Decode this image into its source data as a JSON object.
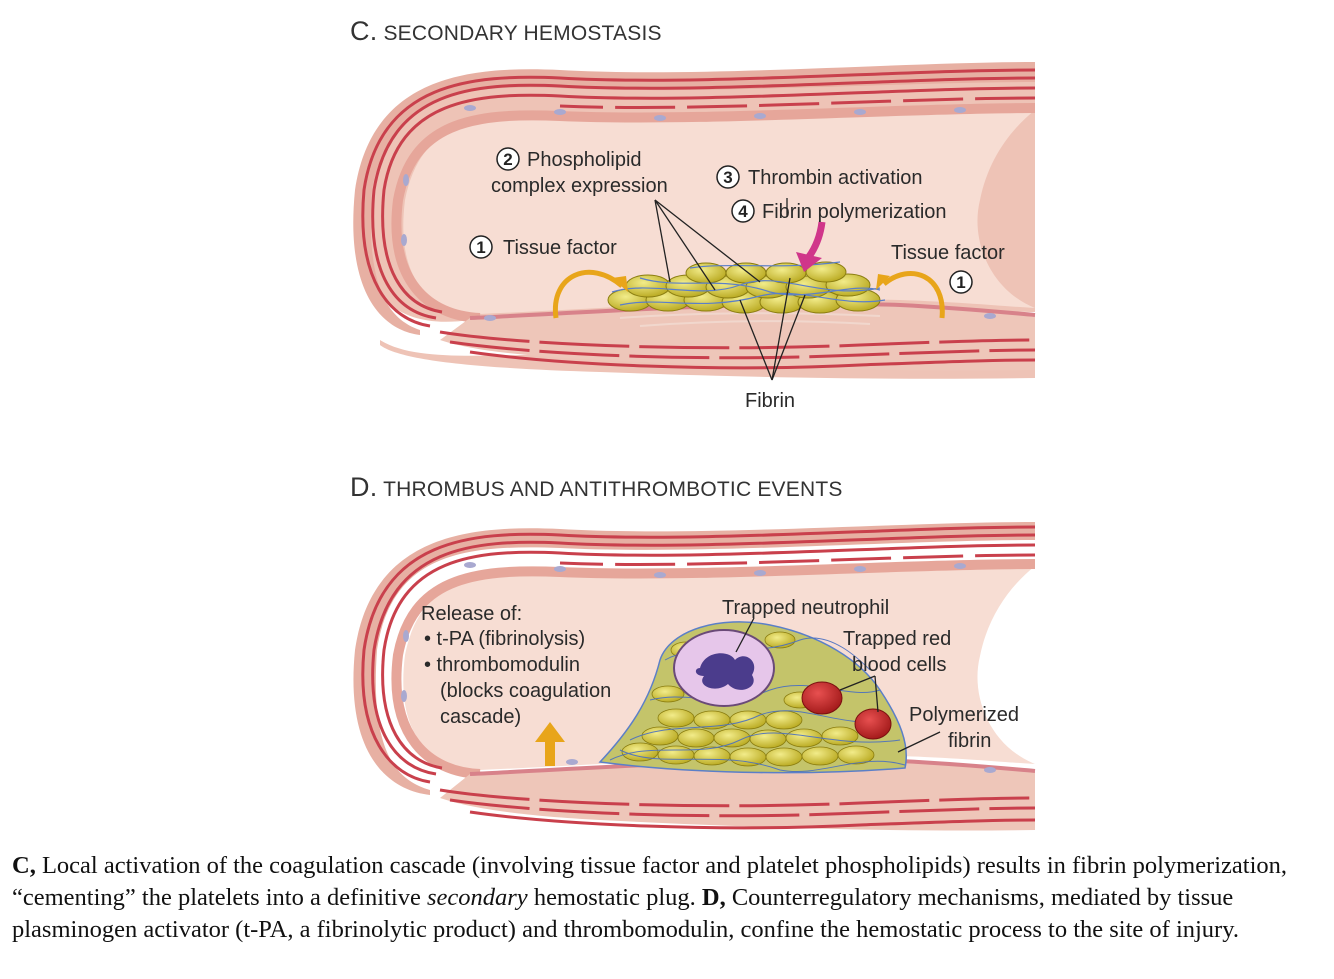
{
  "panel_c": {
    "letter": "C.",
    "title": "SECONDARY HEMOSTASIS",
    "labels": {
      "phospholipid_num": "2",
      "phospholipid_line1": "Phospholipid",
      "phospholipid_line2": "complex expression",
      "thrombin_num": "3",
      "thrombin": "Thrombin activation",
      "fibrin_poly_num": "4",
      "fibrin_poly": "Fibrin polymerization",
      "tissue_factor_left_num": "1",
      "tissue_factor_left": "Tissue factor",
      "tissue_factor_right": "Tissue factor",
      "tissue_factor_right_num": "1",
      "fibrin": "Fibrin"
    }
  },
  "panel_d": {
    "letter": "D.",
    "title": "THROMBUS AND ANTITHROMBOTIC EVENTS",
    "labels": {
      "release_title": "Release of:",
      "release_item1": "• t-PA (fibrinolysis)",
      "release_item2": "• thrombomodulin",
      "release_item2b": "(blocks coagulation",
      "release_item2c": "cascade)",
      "trapped_neutrophil": "Trapped neutrophil",
      "trapped_rbc_line1": "Trapped red",
      "trapped_rbc_line2": "blood cells",
      "polymerized_line1": "Polymerized",
      "polymerized_line2": "fibrin"
    }
  },
  "caption": {
    "c_label": "C,",
    "c_text": " Local activation of the coagulation cascade (involving tissue factor and platelet phospholipids) results in fibrin polymerization, “cementing” the platelets into a definitive ",
    "c_italic": "secondary",
    "c_text2": " hemostatic plug. ",
    "d_label": "D,",
    "d_text": " Counterregulatory mechanisms, mediated by tissue plasminogen activator (t-PA, a fibrinolytic product) and thrombomodulin, confine the hemostatic process to the site of injury."
  },
  "colors": {
    "vessel_wall": "#e8b4a8",
    "vessel_stripe": "#c0404a",
    "lumen": "#f6ddd4",
    "platelet": "#d8cc3c",
    "fibrin": "#5b7fc8",
    "arrow_magenta": "#d0368a",
    "arrow_orange": "#e8a51a",
    "rbc": "#c42a2a",
    "neutrophil": "#e4c6e8"
  }
}
